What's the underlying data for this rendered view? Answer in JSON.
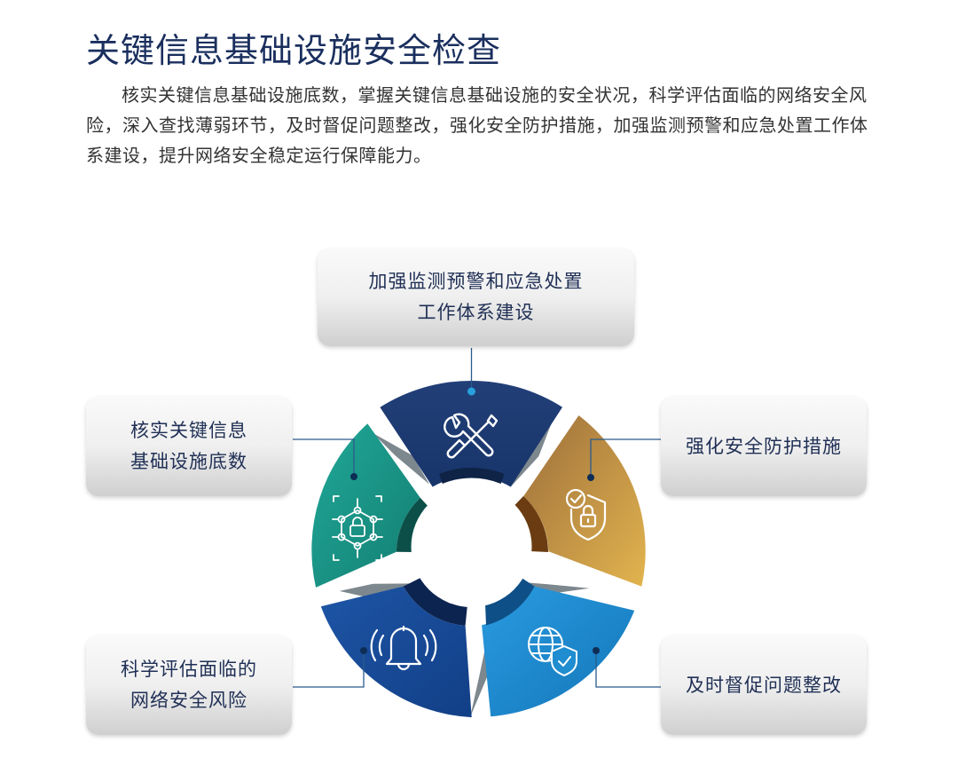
{
  "title": "关键信息基础设施安全检查",
  "intro": "核实关键信息基础设施底数，掌握关键信息基础设施的安全状况，科学评估面临的网络安全风险，深入查找薄弱环节，及时督促问题整改，强化安全防护措施，加强监测预警和应急处置工作体系建设，提升网络安全稳定运行保障能力。",
  "boxes": {
    "top": [
      "加强监测预警和应急处置",
      "工作体系建设"
    ],
    "left": [
      "核实关键信息",
      "基础设施底数"
    ],
    "right": [
      "强化安全防护措施"
    ],
    "bottom_left": [
      "科学评估面临的",
      "网络安全风险"
    ],
    "bottom_right": [
      "及时督促问题整改"
    ]
  },
  "segments": [
    {
      "id": "top",
      "icon": "wrench-screwdriver-icon",
      "color": "#1b3c72"
    },
    {
      "id": "right",
      "icon": "shield-check-icon",
      "color": "#c9923c"
    },
    {
      "id": "bottom-right",
      "icon": "globe-shield-icon",
      "color": "#1f8dd0"
    },
    {
      "id": "bottom-left",
      "icon": "alarm-bell-icon",
      "color": "#1a4f99"
    },
    {
      "id": "left",
      "icon": "network-lock-icon",
      "color": "#1c9d8c"
    }
  ]
}
